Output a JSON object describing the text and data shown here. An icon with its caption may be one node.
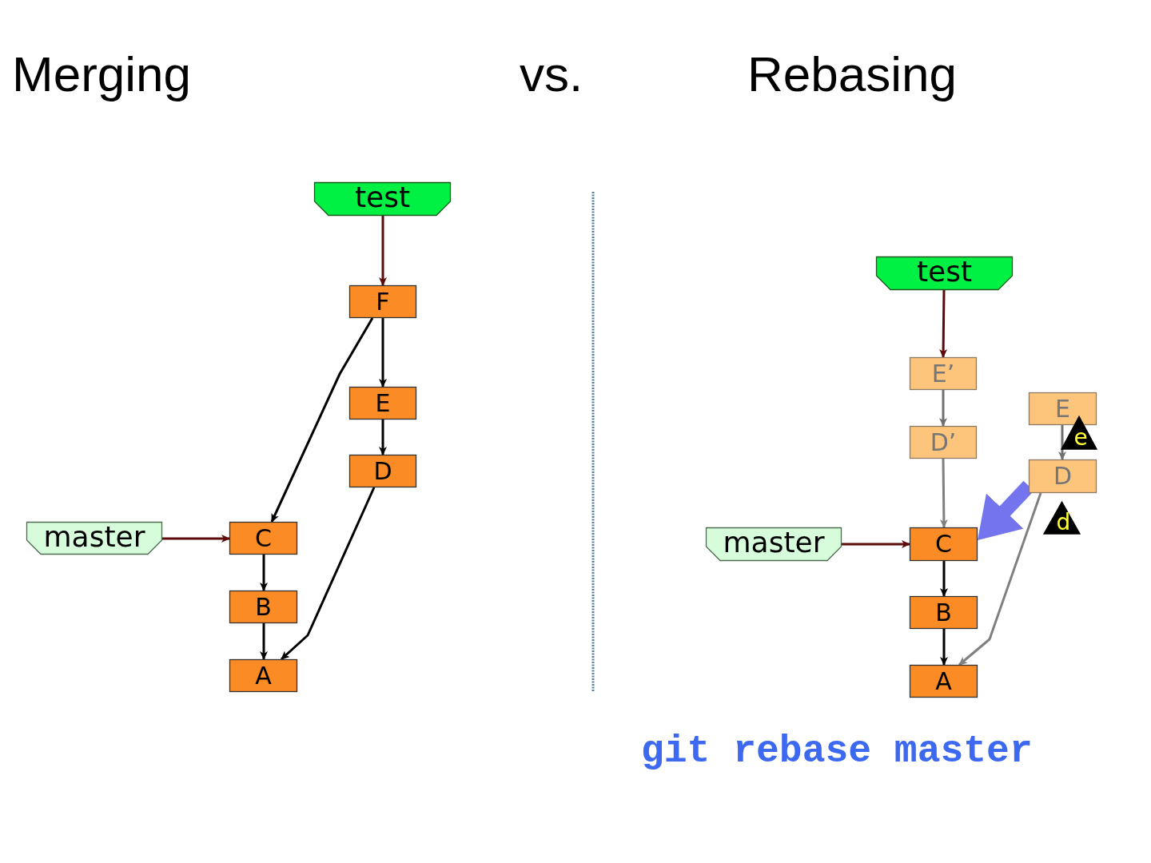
{
  "diagram": {
    "nodes": [
      {
        "text": [
          "test"
        ]
      },
      {
        "text": [
          "F"
        ]
      },
      {
        "text": [
          "E"
        ]
      },
      {
        "text": [
          "D"
        ]
      },
      {
        "text": [
          "master"
        ]
      },
      {
        "text": [
          "C"
        ]
      },
      {
        "text": [
          "B"
        ]
      },
      {
        "text": [
          "A"
        ]
      },
      {
        "text": [
          "test"
        ]
      },
      {
        "text": [
          "E’"
        ]
      },
      {
        "text": [
          "D’"
        ]
      },
      {
        "text": [
          "E"
        ]
      },
      {
        "text": [
          "D"
        ]
      },
      {
        "text": [
          "master"
        ]
      },
      {
        "text": [
          "C"
        ]
      },
      {
        "text": [
          "B"
        ]
      },
      {
        "text": [
          "A"
        ]
      },
      {
        "text": [
          "e"
        ]
      },
      {
        "text": [
          "d"
        ]
      }
    ],
    "edges": [
      {
        "from": 0,
        "to": 1,
        "arrow": "to",
        "color": "#5c0a0a"
      },
      {
        "from": 1,
        "to": 2,
        "arrow": "to"
      },
      {
        "from": 1,
        "to": 5,
        "arrow": "to"
      },
      {
        "from": 2,
        "to": 3,
        "arrow": "to"
      },
      {
        "from": 3,
        "to": 7,
        "arrow": "to"
      },
      {
        "from": 4,
        "to": 5,
        "arrow": "to",
        "color": "#5c0a0a"
      },
      {
        "from": 5,
        "to": 6,
        "arrow": "to"
      },
      {
        "from": 6,
        "to": 7,
        "arrow": "to"
      },
      {
        "from": 8,
        "to": 9,
        "arrow": "to",
        "color": "#5c0a0a"
      },
      {
        "from": 9,
        "to": 10,
        "arrow": "to",
        "color": "#707070"
      },
      {
        "from": 10,
        "to": 14,
        "arrow": "to",
        "color": "#808080"
      },
      {
        "from": 11,
        "to": 12,
        "arrow": "to",
        "color": "#707070"
      },
      {
        "from": 12,
        "to": 16,
        "arrow": "to",
        "color": "#808080"
      },
      {
        "from": 13,
        "to": 14,
        "arrow": "to",
        "color": "#5c0a0a"
      },
      {
        "from": 14,
        "to": 15,
        "arrow": "to"
      },
      {
        "from": 15,
        "to": 16,
        "arrow": "to"
      },
      {
        "from": 12,
        "to": 14,
        "arrow": "to",
        "style": "thick",
        "color": "#7474ee"
      }
    ],
    "labels": [
      "Merging",
      "vs.",
      "Rebasing",
      "git rebase master"
    ]
  }
}
